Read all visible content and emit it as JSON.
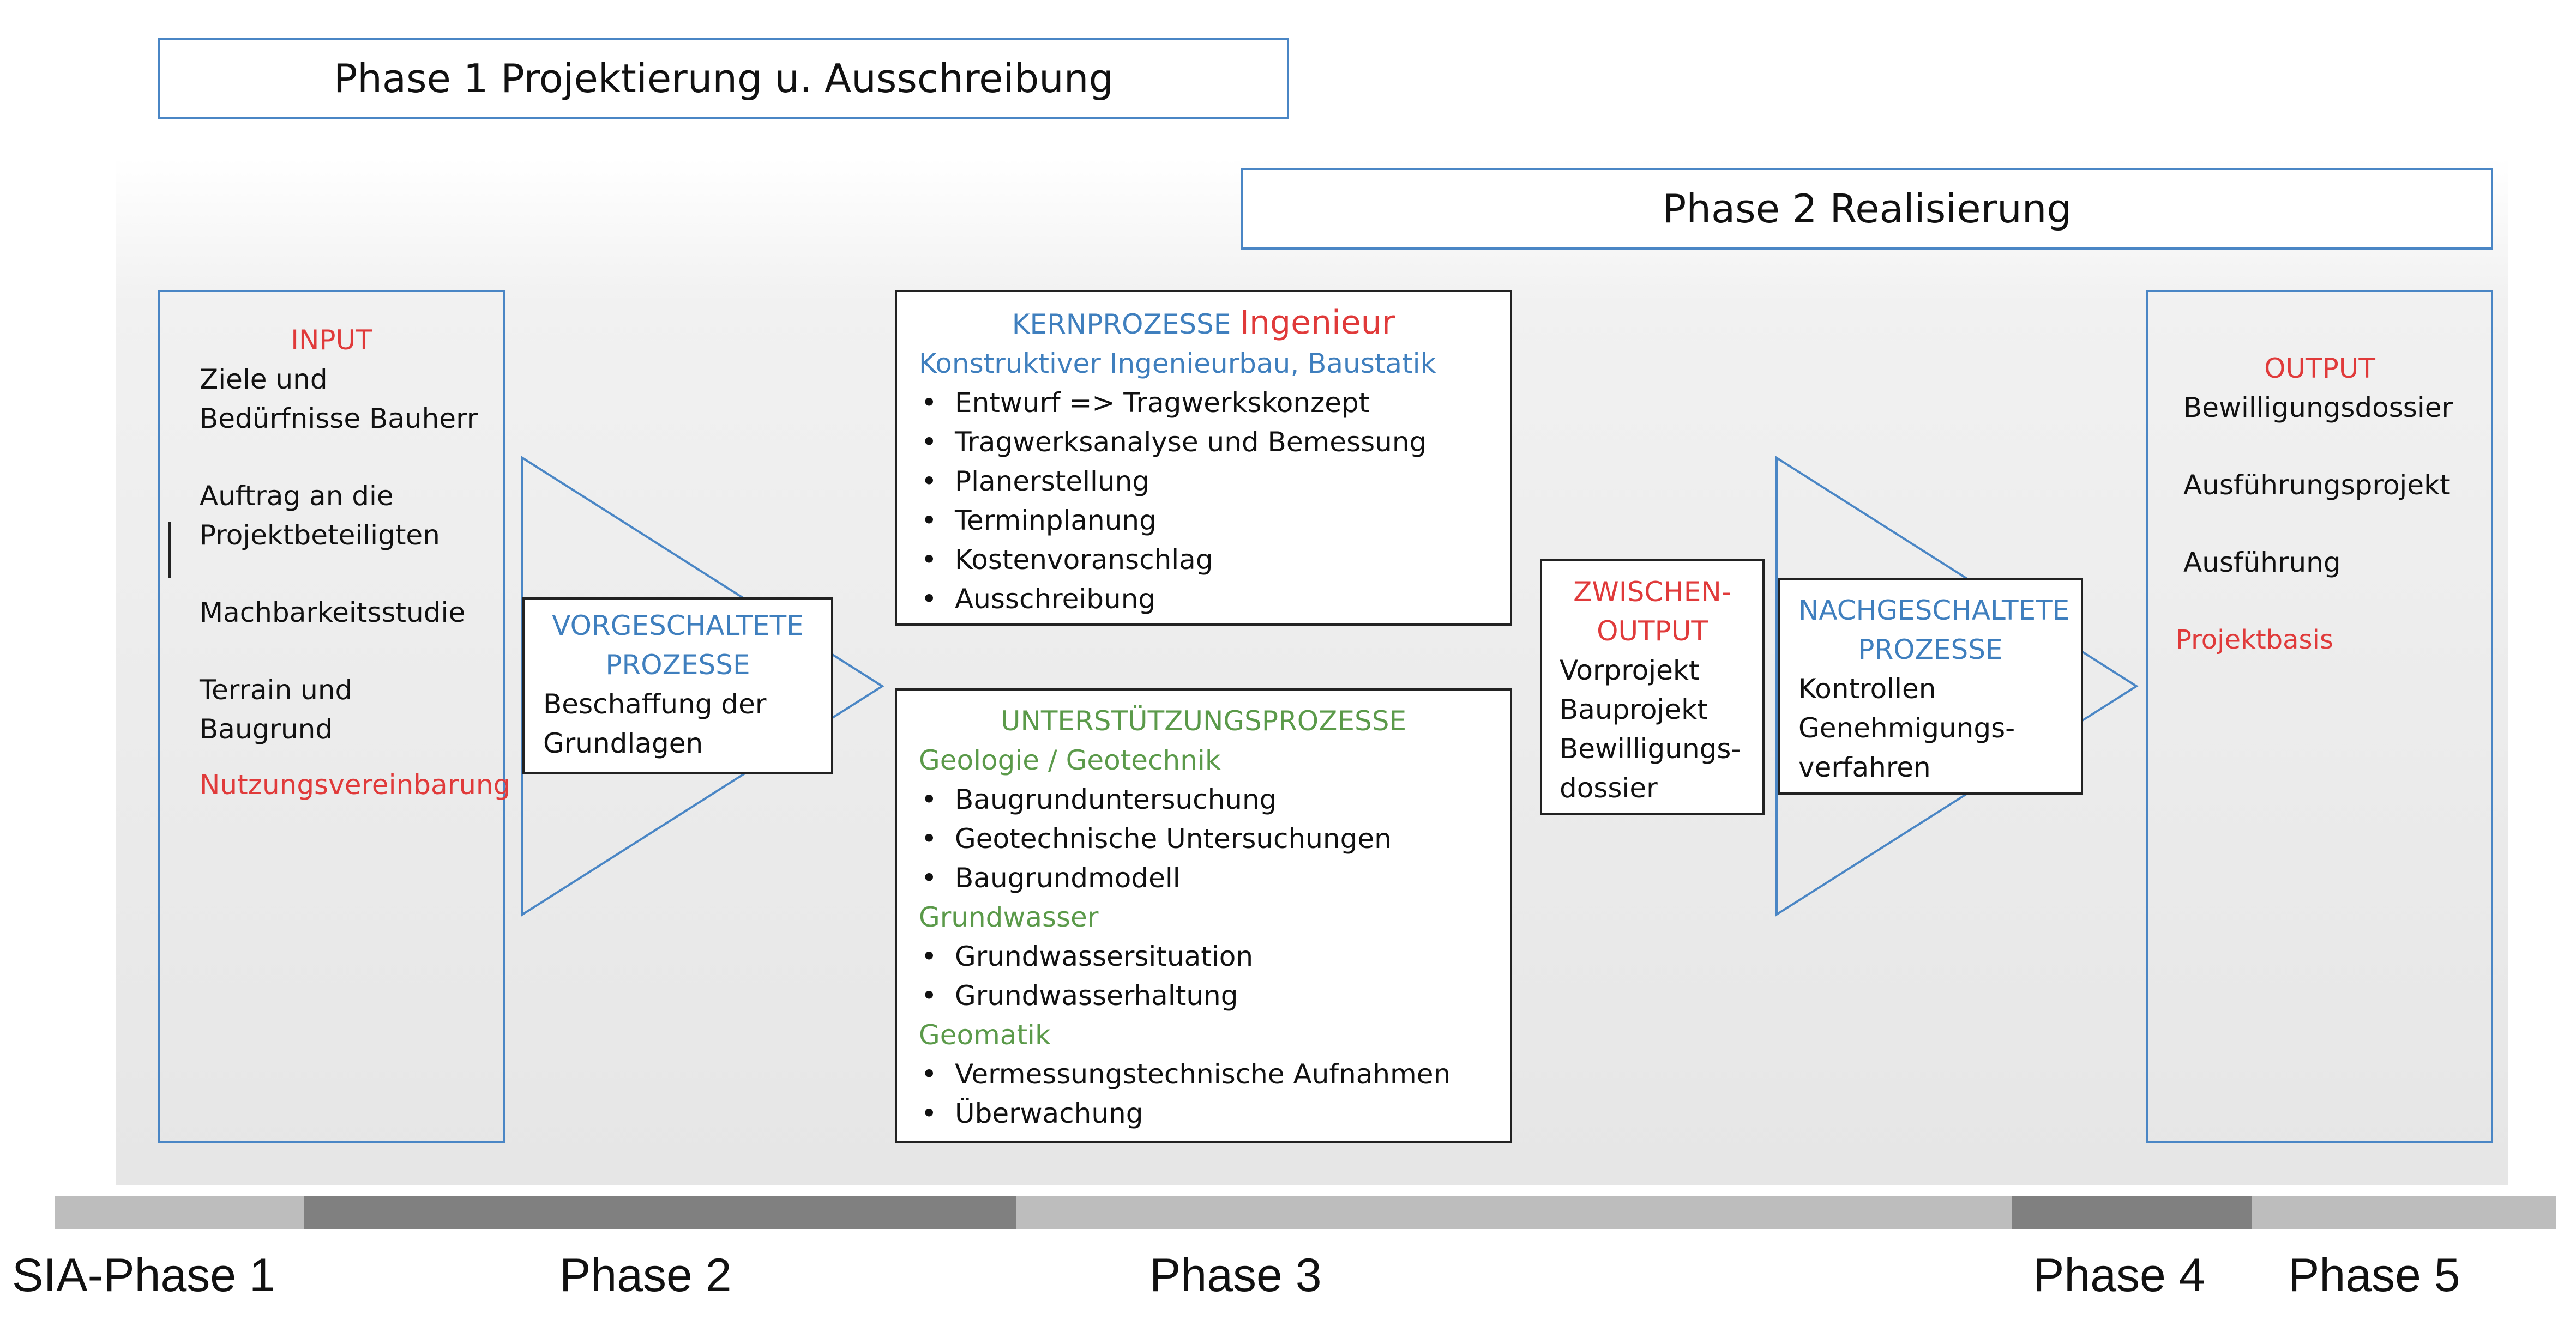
{
  "phases": {
    "phase1": "Phase 1 Projektierung u. Ausschreibung",
    "phase2": "Phase 2 Realisierung"
  },
  "input": {
    "title": "INPUT",
    "items": [
      "Ziele und",
      "Bedürfnisse Bauherr",
      "Auftrag an die",
      "Projektbeteiligten",
      "Machbarkeitsstudie",
      "Terrain und",
      "Baugrund"
    ],
    "highlight": "Nutzungsvereinbarung"
  },
  "vorgeschaltete": {
    "title_line1": "VORGESCHALTETE",
    "title_line2": "PROZESSE",
    "body_line1": "Beschaffung der",
    "body_line2": "Grundlagen"
  },
  "kern": {
    "title": "KERNPROZESSE",
    "title_suffix": "Ingenieur",
    "subtitle": "Konstruktiver Ingenieurbau, Baustatik",
    "items": [
      "Entwurf => Tragwerkskonzept",
      "Tragwerksanalyse und Bemessung",
      "Planerstellung",
      "Terminplanung",
      "Kostenvoranschlag",
      "Ausschreibung"
    ]
  },
  "unterstuetzung": {
    "title": "UNTERSTÜTZUNGSPROZESSE",
    "groups": [
      {
        "name": "Geologie / Geotechnik",
        "items": [
          "Baugrunduntersuchung",
          "Geotechnische Untersuchungen",
          "Baugrundmodell"
        ]
      },
      {
        "name": "Grundwasser",
        "items": [
          "Grundwassersituation",
          "Grundwasserhaltung"
        ]
      },
      {
        "name": "Geomatik",
        "items": [
          "Vermessungstechnische Aufnahmen",
          "Überwachung"
        ]
      }
    ]
  },
  "zwischen": {
    "title_line1": "ZWISCHEN-",
    "title_line2": "OUTPUT",
    "items": [
      "Vorprojekt",
      "Bauprojekt",
      "Bewilligungs-",
      "dossier"
    ]
  },
  "nachgeschaltete": {
    "title_line1": "NACHGESCHALTETE",
    "title_line2": "PROZESSE",
    "items": [
      "Kontrollen",
      "Genehmigungs-",
      "verfahren"
    ]
  },
  "output": {
    "title": "OUTPUT",
    "items": [
      "Bewilligungsdossier",
      "Ausführungsprojekt",
      "Ausführung"
    ],
    "highlight": "Projektbasis"
  },
  "sia_phases": {
    "labels": [
      "SIA-Phase 1",
      "Phase 2",
      "Phase 3",
      "Phase 4",
      "Phase 5"
    ]
  },
  "colors": {
    "frame_blue": "#4a86c5",
    "red": "#e03a3a",
    "blue_text": "#3f7fbe",
    "green_text": "#5b9a4a",
    "bar_light": "#bdbdbd",
    "bar_dark": "#808080"
  }
}
